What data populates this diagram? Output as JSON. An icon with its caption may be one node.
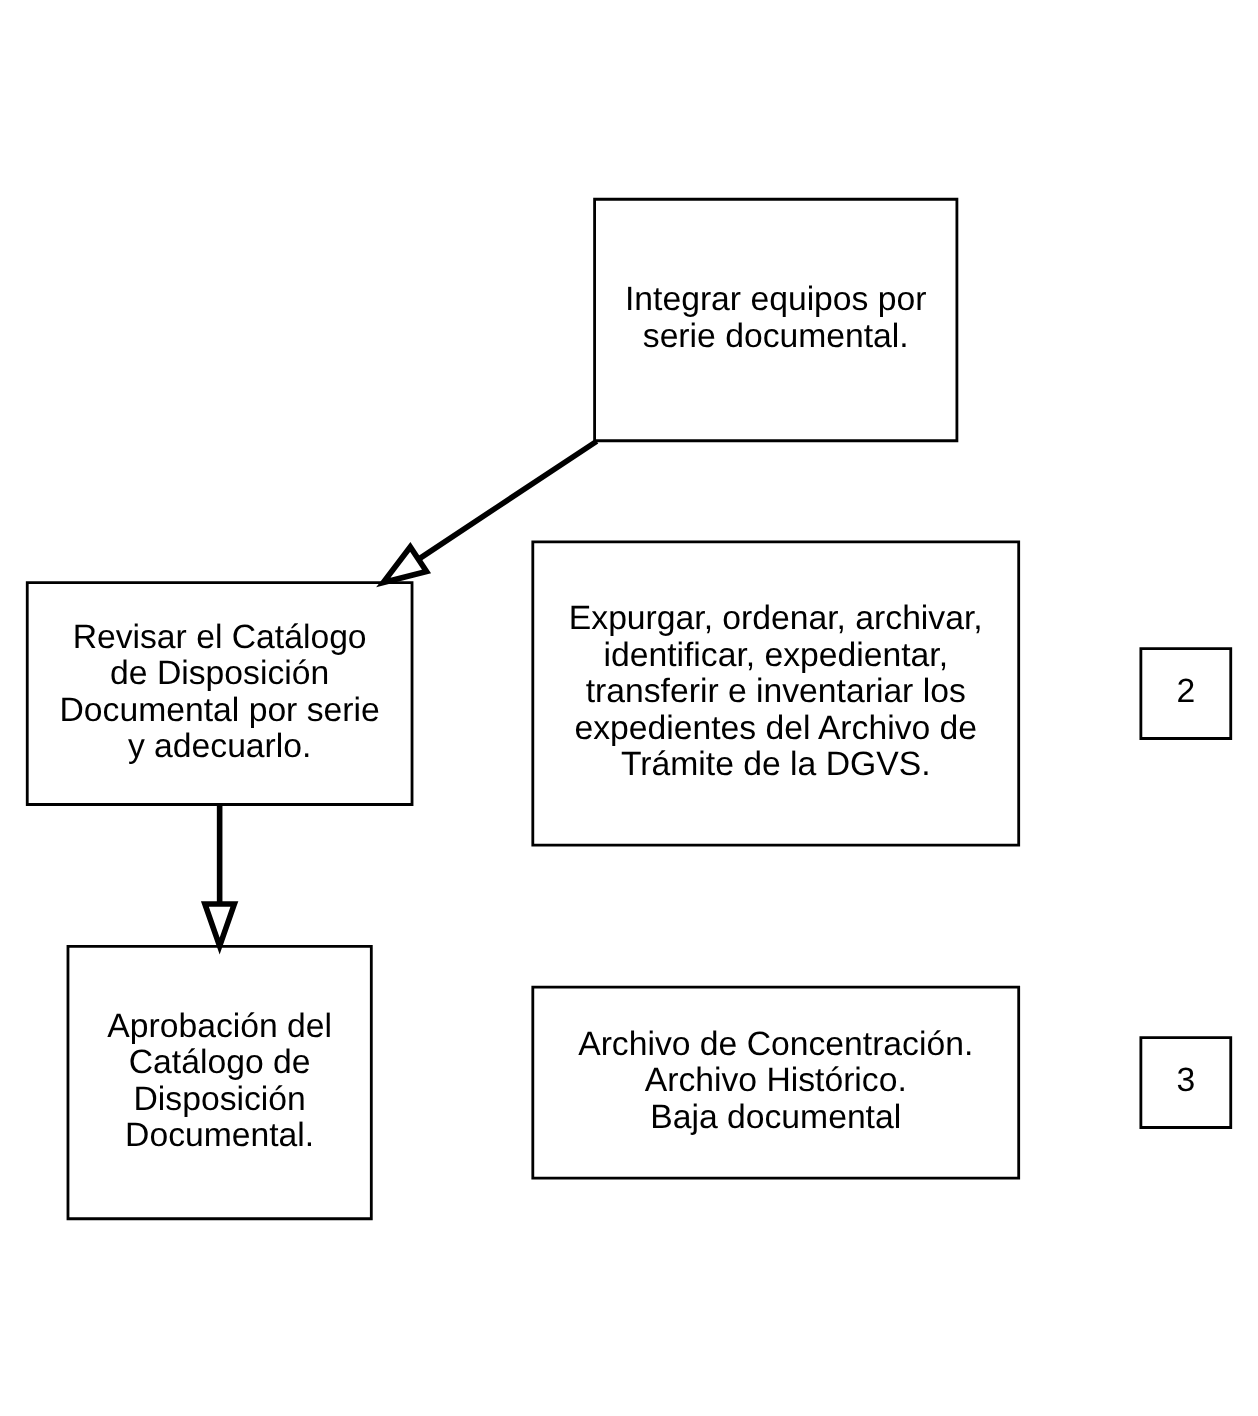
{
  "diagram": {
    "nodes": [
      {
        "text": [
          "Integrar equipos por serie documental."
        ]
      },
      {
        "text": [
          "Revisar el Catálogo de Disposición Documental por serie y adecuarlo."
        ]
      },
      {
        "text": [
          "Aprobación del Catálogo de Disposición Documental."
        ]
      },
      {
        "text": [
          "Expurgar, ordenar, archivar, identificar, expedientar, transferir e inventariar los expedientes del Archivo de Trámite de la DGVS."
        ]
      },
      {
        "text": [
          "Archivo de Concentración.",
          "Archivo Histórico.",
          "Baja documental"
        ]
      },
      {
        "text": [
          "2"
        ]
      },
      {
        "text": [
          "3"
        ]
      }
    ],
    "edges": [
      {
        "from": 0,
        "to": 1,
        "arrow": "to"
      },
      {
        "from": 1,
        "to": 2,
        "arrow": "to"
      }
    ]
  }
}
